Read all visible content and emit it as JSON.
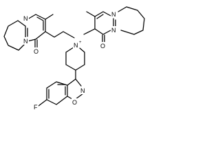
{
  "molecule": {
    "atoms": {
      "left_ring_n_top": "N",
      "left_ring_n_bottom": "N",
      "left_carbonyl_o": "O",
      "right_ring_n_top": "N",
      "right_ring_n_bottom": "N",
      "right_carbonyl_o": "O",
      "quaternary_n": "N",
      "quaternary_charge": "+",
      "fluorine": "F",
      "isoxazole_o": "O",
      "isoxazole_n": "N"
    }
  }
}
